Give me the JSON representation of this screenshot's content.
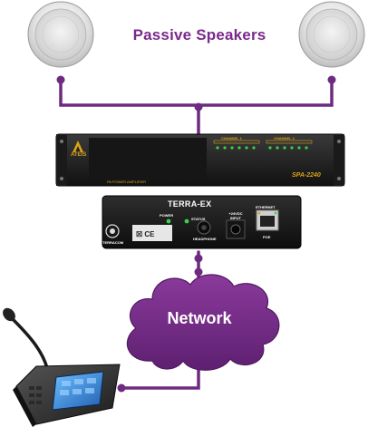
{
  "title": "Passive Speakers",
  "network_label": "Network",
  "amplifier": {
    "brand": "ATEÏS",
    "model": "SPA-2240",
    "caption": "PA POWER AMPLIFIER",
    "channel_1_label": "CHANNEL 1",
    "channel_2_label": "CHANNEL 2"
  },
  "terra": {
    "model": "TERRA-EX",
    "power_label": "POWER",
    "status_label": "STATUS",
    "headphone_label": "HEADPHONE",
    "dc_input_label": "+24VDC INPUT",
    "ethernet_label": "ETHERNET",
    "poe_label": "POE",
    "brand": "TERRACOM"
  },
  "colors": {
    "connector": "#6e2a80",
    "cloud": "#6e2a80",
    "title": "#7a2a8b",
    "led": "#39d14a"
  }
}
